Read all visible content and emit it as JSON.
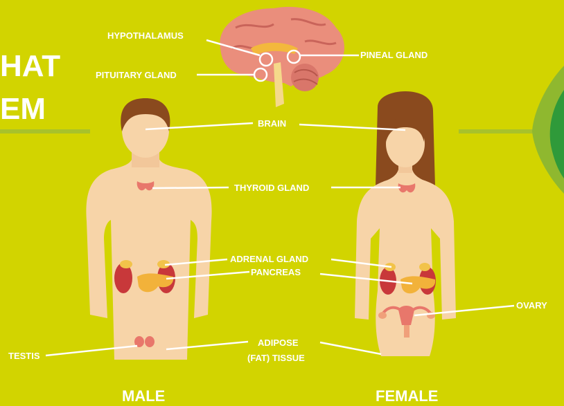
{
  "title": {
    "line1": "HAT",
    "line2": "EM"
  },
  "labels": {
    "hypothalamus": "HYPOTHALAMUS",
    "pineal": "PINEAL GLAND",
    "pituitary": "PITUITARY GLAND",
    "brain": "BRAIN",
    "thyroid": "THYROID GLAND",
    "adrenal": "ADRENAL GLAND",
    "pancreas": "PANCREAS",
    "ovary": "OVARY",
    "testis": "TESTIS",
    "adipose_1": "ADIPOSE",
    "adipose_2": "(FAT) TISSUE"
  },
  "figures": {
    "male": "MALE",
    "female": "FEMALE"
  },
  "colors": {
    "background": "#d2d400",
    "skin": "#f7d4a8",
    "hair": "#8a4a1e",
    "gland": "#e8776b"
  }
}
